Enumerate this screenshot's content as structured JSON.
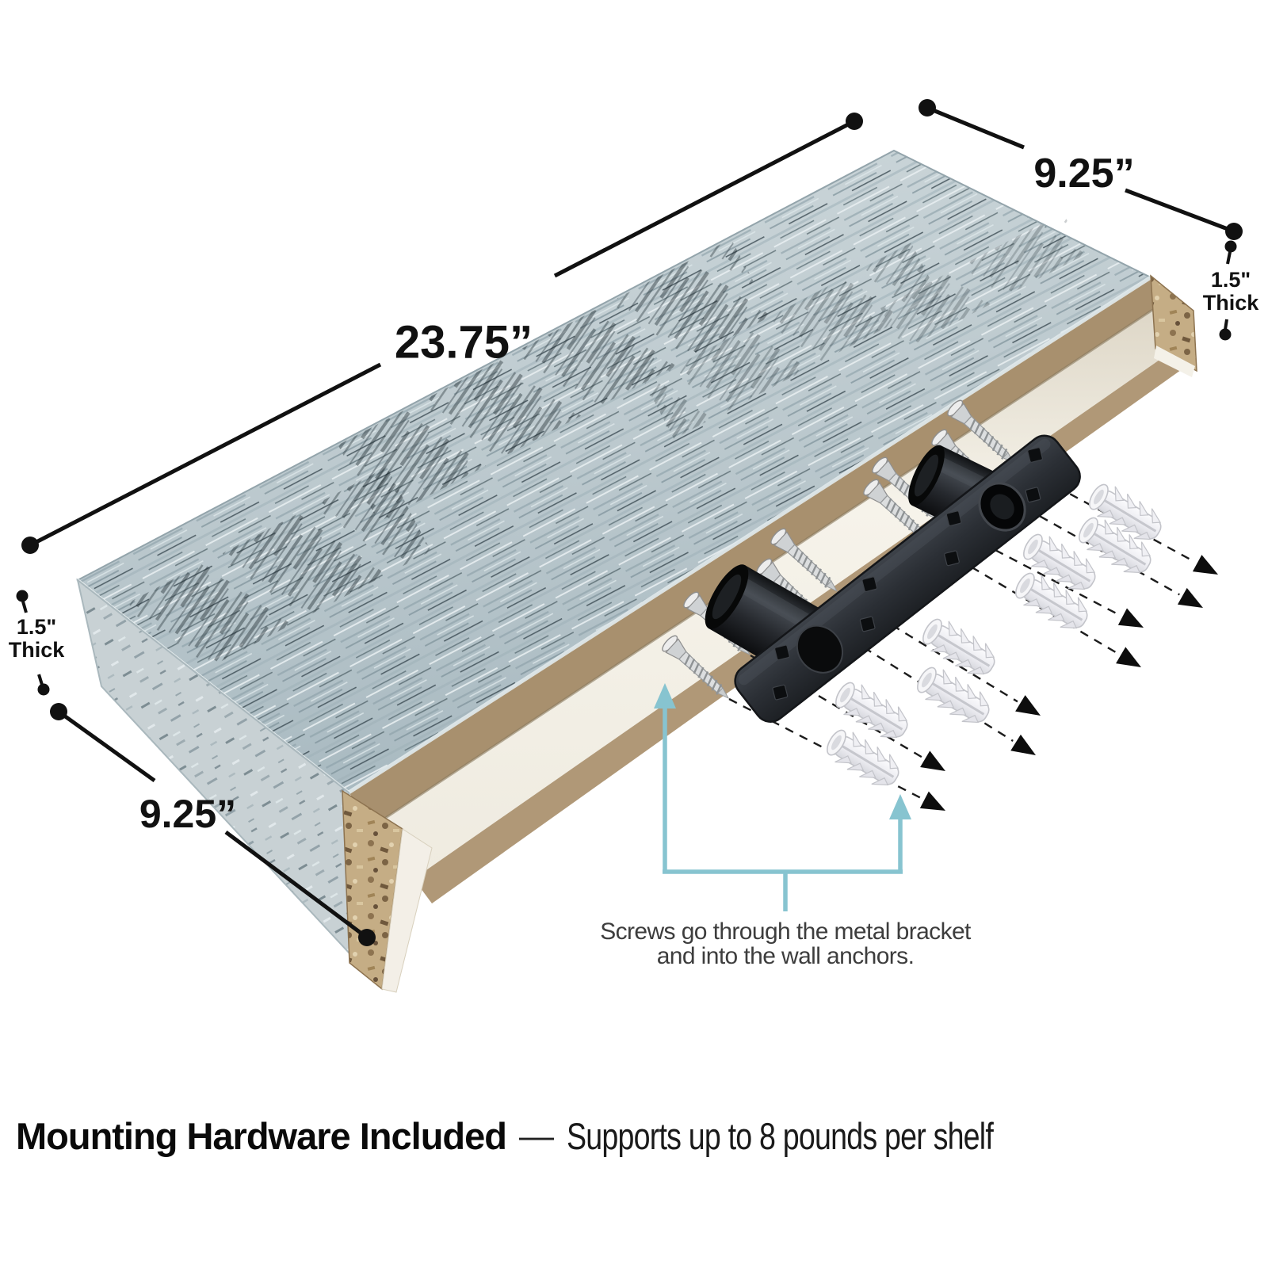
{
  "diagram": {
    "dimensions": {
      "length": "23.75”",
      "depth_top": "9.25”",
      "depth_bottom": "9.25”",
      "thickness_left_line1": "1.5\"",
      "thickness_left_line2": "Thick",
      "thickness_right_line1": "1.5\"",
      "thickness_right_line2": "Thick"
    },
    "callout": {
      "line1": "Screws go through the metal bracket",
      "line2": "and into the wall anchors."
    },
    "footer": {
      "heading": "Mounting Hardware Included",
      "separator": "—",
      "detail": "Supports up to 8 pounds per shelf"
    },
    "hardware": {
      "screw_count": 8,
      "anchor_count": 8,
      "bracket_count": 1
    },
    "colors": {
      "accent_teal": "#87c4d0",
      "dimension_black": "#111111",
      "shelf_top_blue_gray": "#bfccd1",
      "shelf_edge_tan": "#a8906e",
      "cavity_white": "#f5f2e9",
      "bracket_black": "#2b2f34",
      "caption_gray": "#3d3d3d"
    }
  }
}
